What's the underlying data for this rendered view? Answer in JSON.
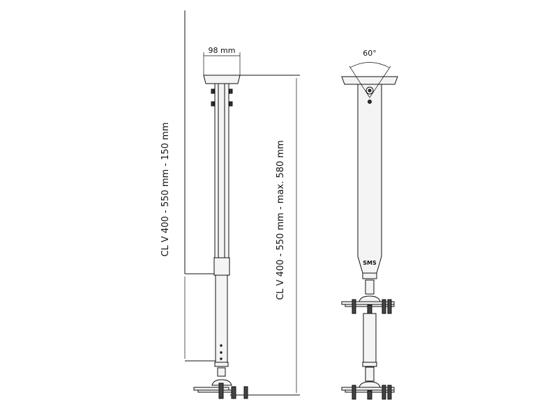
{
  "labels": {
    "plate_width": "98 mm",
    "tilt_angle": "60°",
    "left_dimension": "CL V 400 - 550 mm - 150 mm",
    "right_dimension": "CL V 400 - 550 mm - max. 580 mm",
    "logo": "SMS"
  },
  "colors": {
    "line": "#111111",
    "fill": "#f4f4f4"
  }
}
